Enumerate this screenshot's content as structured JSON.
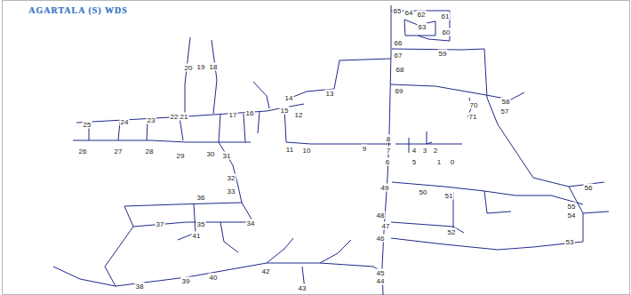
{
  "diagram": {
    "title": "AGARTALA (S) WDS",
    "labels": [
      "65",
      "64",
      "62",
      "61",
      "63",
      "60",
      "66",
      "67",
      "59",
      "68",
      "20",
      "19",
      "18",
      "14",
      "13",
      "69",
      "15",
      "12",
      "70",
      "58",
      "57",
      "71",
      "25",
      "24",
      "23",
      "22",
      "21",
      "17",
      "16",
      "11",
      "10",
      "9",
      "8",
      "7",
      "4",
      "3",
      "2",
      "6",
      "5",
      "1",
      "0",
      "26",
      "27",
      "28",
      "29",
      "30",
      "31",
      "32",
      "36",
      "33",
      "37",
      "35",
      "34",
      "41",
      "49",
      "50",
      "51",
      "48",
      "47",
      "52",
      "46",
      "56",
      "55",
      "54",
      "53",
      "42",
      "38",
      "39",
      "40",
      "43",
      "45",
      "44"
    ]
  }
}
